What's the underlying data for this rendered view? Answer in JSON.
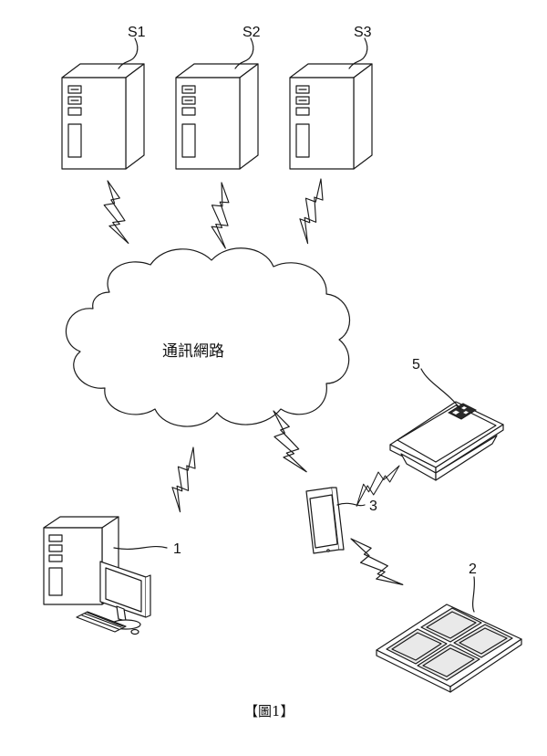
{
  "servers": [
    {
      "label": "S1"
    },
    {
      "label": "S2"
    },
    {
      "label": "S3"
    }
  ],
  "cloud": {
    "label": "通訊網路"
  },
  "devices": {
    "computer": {
      "label": "1"
    },
    "lunchbox_tray": {
      "label": "2"
    },
    "phone": {
      "label": "3"
    },
    "food_container": {
      "label": "5"
    }
  },
  "caption": "【圖1】"
}
